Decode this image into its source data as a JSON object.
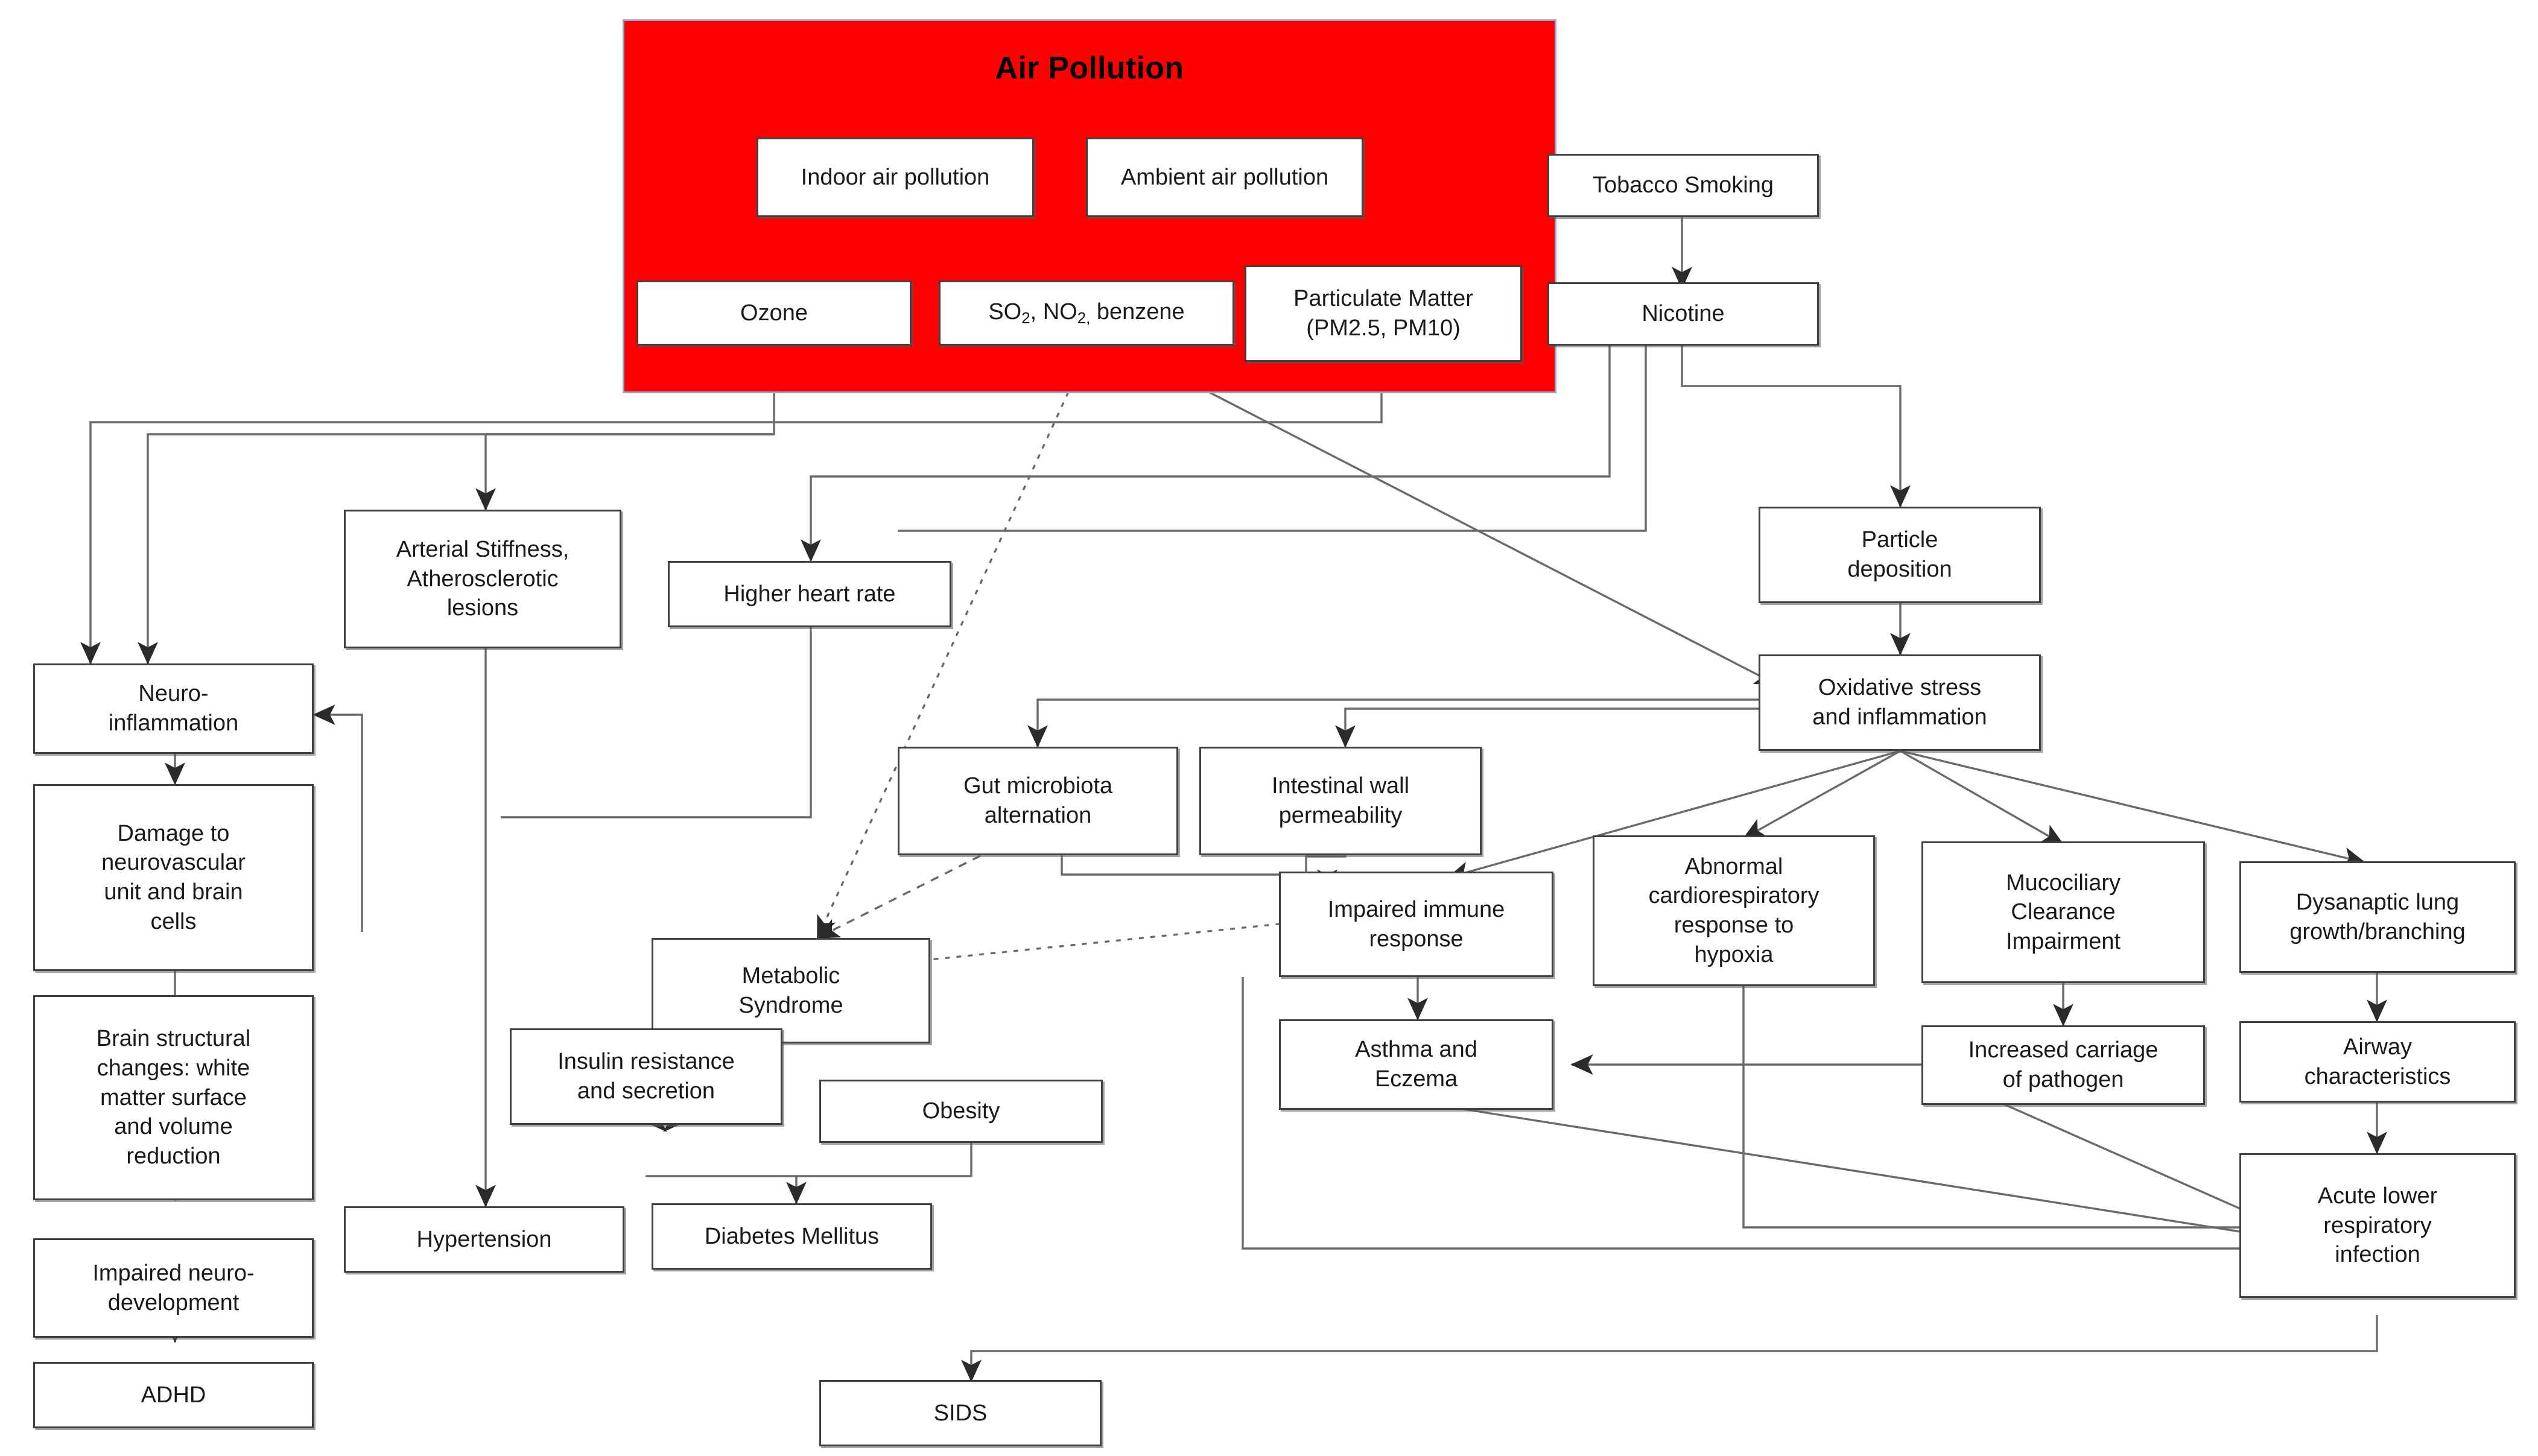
{
  "diagram": {
    "title": "Air Pollution",
    "accent_color": "#FE0000",
    "panel_border_color": "#9BA7C6",
    "node_border_color": "#404040",
    "nodes": {
      "indoor_air_pollution": "Indoor air pollution",
      "ambient_air_pollution": "Ambient air pollution",
      "ozone": "Ozone",
      "so2_no2_benzene": "SO2, NO2, benzene",
      "particulate_matter": "Particulate Matter (PM2.5, PM10)",
      "tobacco_smoking": "Tobacco Smoking",
      "nicotine": "Nicotine",
      "arterial_stiffness": "Arterial Stiffness, Atherosclerotic lesions",
      "higher_heart_rate": "Higher heart rate",
      "particle_deposition": "Particle deposition",
      "neuro_inflammation": "Neuro-inflammation",
      "oxidative_stress": "Oxidative stress and inflammation",
      "damage_neurovascular": "Damage to neurovascular unit and brain cells",
      "gut_microbiota": "Gut microbiota alternation",
      "intestinal_wall": "Intestinal wall permeability",
      "impaired_immune": "Impaired immune response",
      "abnormal_cardioresp": "Abnormal cardiorespiratory response to hypoxia",
      "mucociliary": "Mucociliary Clearance Impairment",
      "dysanaptic_lung": "Dysanaptic lung growth/branching",
      "brain_structural": "Brain structural changes: white matter surface and volume reduction",
      "metabolic_syndrome": "Metabolic Syndrome",
      "asthma_eczema": "Asthma and Eczema",
      "increased_carriage": "Increased carriage of pathogen",
      "airway_characteristics": "Airway characteristics",
      "insulin_resistance": "Insulin resistance and secretion",
      "obesity": "Obesity",
      "hypertension": "Hypertension",
      "diabetes_mellitus": "Diabetes Mellitus",
      "impaired_neuro_dev": "Impaired neuro-development",
      "acute_lower_resp": "Acute lower respiratory infection",
      "adhd": "ADHD",
      "sids": "SIDS"
    }
  }
}
